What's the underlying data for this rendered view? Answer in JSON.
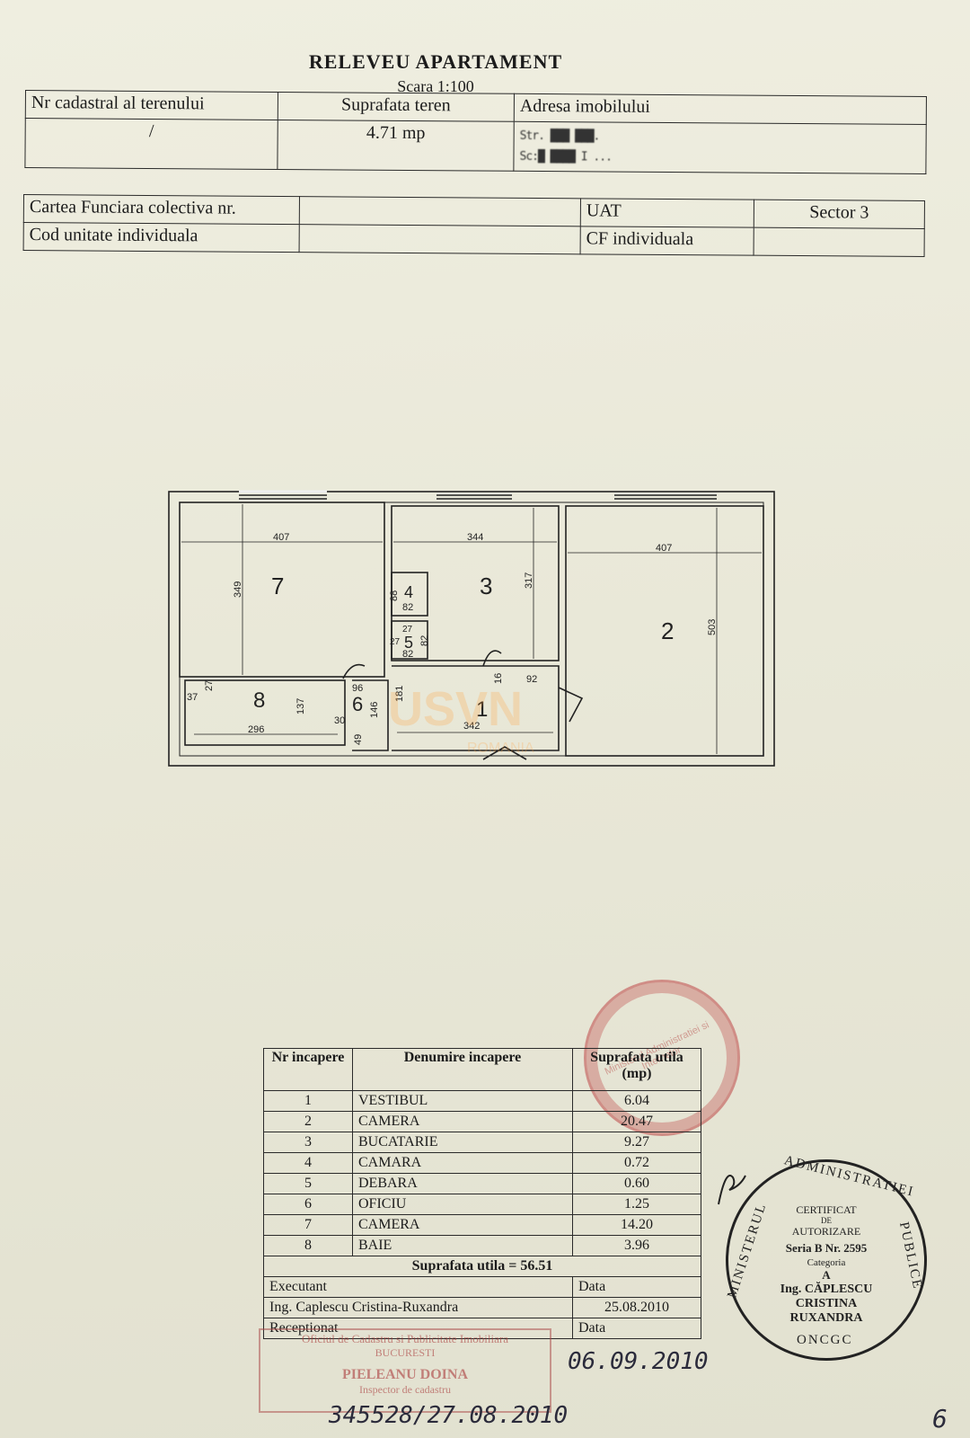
{
  "header": {
    "title": "RELEVEU APARTAMENT",
    "scale": "Scara 1:100"
  },
  "land_table": {
    "cadastral_label": "Nr cadastral al terenului",
    "cadastral_value": "/",
    "area_label": "Suprafata teren",
    "area_value": "4.71 mp",
    "address_label": "Adresa imobilului",
    "address_line1": "Str. ███ ███.",
    "address_line2": "Sc:█ ████ I  ..."
  },
  "cf_table": {
    "cf_label": "Cartea Funciara colectiva nr.",
    "unit_label": "Cod unitate individuala",
    "uat_label": "UAT",
    "sector": "Sector  3",
    "cf_ind_label": "CF individuala"
  },
  "plan": {
    "rooms": [
      {
        "num": "7"
      },
      {
        "num": "3"
      },
      {
        "num": "2"
      },
      {
        "num": "4"
      },
      {
        "num": "5"
      },
      {
        "num": "8"
      },
      {
        "num": "6"
      },
      {
        "num": "1"
      }
    ],
    "dims": [
      "407",
      "344",
      "407",
      "349",
      "317",
      "503",
      "88",
      "82",
      "27",
      "27",
      "82",
      "82",
      "96",
      "16",
      "92",
      "37",
      "27",
      "137",
      "296",
      "30",
      "146",
      "181",
      "342",
      "49"
    ],
    "watermark": "USVN",
    "watermark_sub": "ROMANIA"
  },
  "rooms_table": {
    "col_nr": "Nr incapere",
    "col_name": "Denumire incapere",
    "col_area": "Suprafata utila (mp)",
    "rows": [
      {
        "nr": "1",
        "name": "VESTIBUL",
        "area": "6.04"
      },
      {
        "nr": "2",
        "name": "CAMERA",
        "area": "20.47"
      },
      {
        "nr": "3",
        "name": "BUCATARIE",
        "area": "9.27"
      },
      {
        "nr": "4",
        "name": "CAMARA",
        "area": "0.72"
      },
      {
        "nr": "5",
        "name": "DEBARA",
        "area": "0.60"
      },
      {
        "nr": "6",
        "name": "OFICIU",
        "area": "1.25"
      },
      {
        "nr": "7",
        "name": "CAMERA",
        "area": "14.20"
      },
      {
        "nr": "8",
        "name": "BAIE",
        "area": "3.96"
      }
    ],
    "total": "Suprafata utila = 56.51",
    "executant_label": "Executant",
    "data_label": "Data",
    "executant_name": "Ing. Caplescu Cristina-Ruxandra",
    "executant_date": "25.08.2010",
    "receptionat_label": "Receptionat",
    "data_label2": "Data"
  },
  "seal": {
    "ring_top": "ADMINISTRATIEI",
    "ring_left": "MINISTERUL",
    "ring_right": "PUBLICE",
    "ring_bottom": "ONCGC",
    "line1": "CERTIFICAT",
    "line2": "DE",
    "line3": "AUTORIZARE",
    "series": "Seria B Nr. 2595",
    "category_label": "Categoria",
    "category": "A",
    "name1": "Ing. CĂPLESCU",
    "name2": "CRISTINA",
    "name3": "RUXANDRA"
  },
  "stamps": {
    "office_line": "Oficiul de Cadastru si Publicitate Imobiliara",
    "city": "BUCURESTI",
    "inspector": "PIELEANU DOINA",
    "inspector_role": "Inspector de cadastru",
    "red_round": "Ministerul Administratiei si Internelor"
  },
  "handwriting": {
    "date": "06.09.2010",
    "registration": "345528/27.08.2010",
    "page": "6"
  }
}
